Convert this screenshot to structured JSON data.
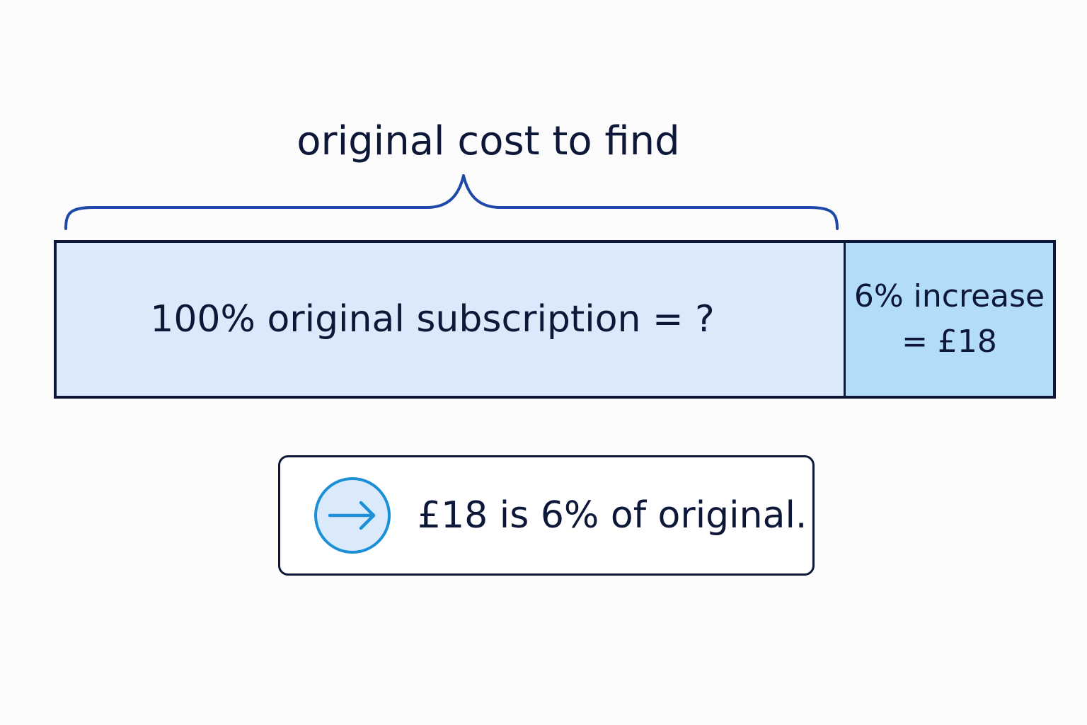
{
  "diagram": {
    "brace_label": "original cost to find",
    "bar": {
      "main_segment": {
        "label": "100% original subscription = ?",
        "percent": 100
      },
      "increase_segment": {
        "line1": "6% increase",
        "line2": "= £18",
        "percent": 6
      }
    },
    "callout": {
      "icon": "arrow-right-icon",
      "text": "£18 is 6% of original."
    },
    "colors": {
      "ink": "#0d1838",
      "brace": "#1f49a8",
      "main_fill": "#dbeafb",
      "increase_fill": "#b3dcfa",
      "icon_stroke": "#1b8fd8",
      "icon_fill": "#dbeafb"
    }
  }
}
